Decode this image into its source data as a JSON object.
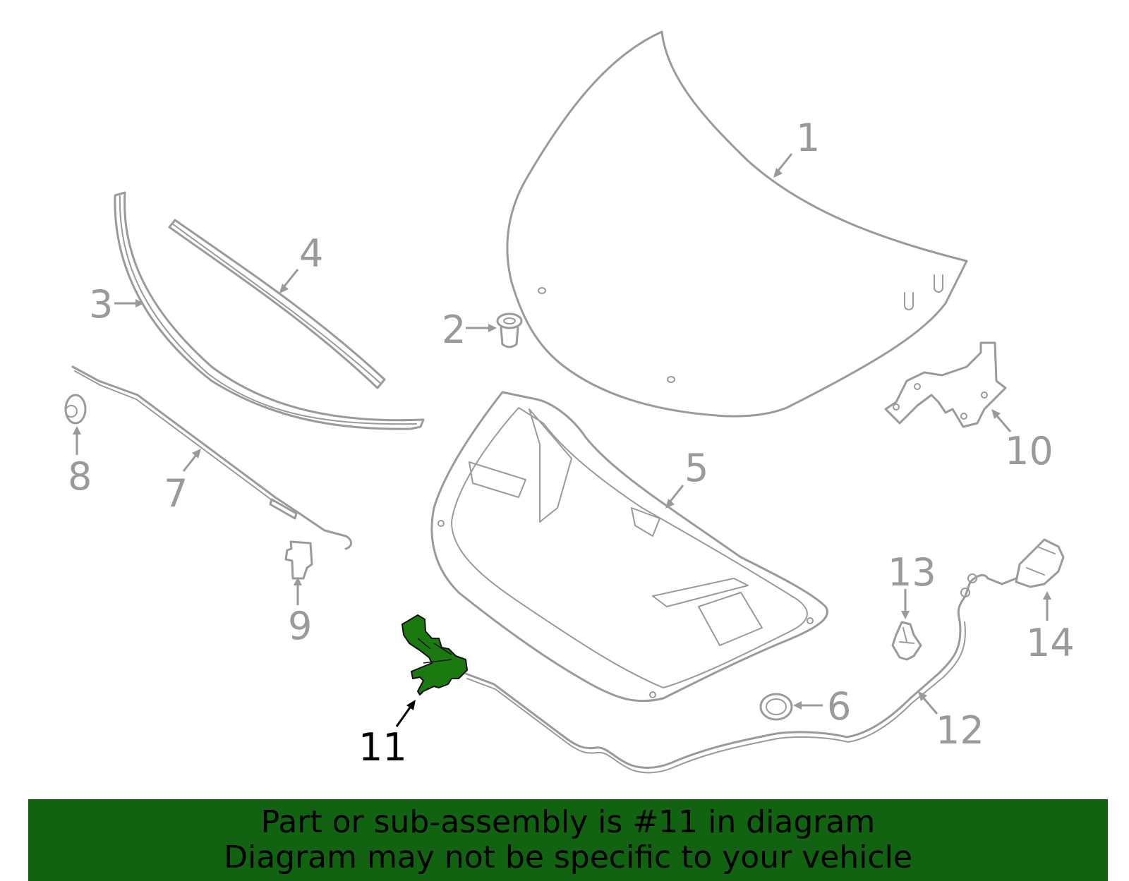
{
  "colors": {
    "part_stroke": "#9a9a9a",
    "highlight_fill": "#1a7a10",
    "highlight_label": "#000000",
    "banner_bg": "#116211",
    "banner_text": "#000000"
  },
  "callouts": [
    {
      "id": "1",
      "label": "1"
    },
    {
      "id": "2",
      "label": "2"
    },
    {
      "id": "3",
      "label": "3"
    },
    {
      "id": "4",
      "label": "4"
    },
    {
      "id": "5",
      "label": "5"
    },
    {
      "id": "6",
      "label": "6"
    },
    {
      "id": "7",
      "label": "7"
    },
    {
      "id": "8",
      "label": "8"
    },
    {
      "id": "9",
      "label": "9"
    },
    {
      "id": "10",
      "label": "10"
    },
    {
      "id": "11",
      "label": "11",
      "highlighted": true
    },
    {
      "id": "12",
      "label": "12"
    },
    {
      "id": "13",
      "label": "13"
    },
    {
      "id": "14",
      "label": "14"
    }
  ],
  "banner": {
    "line1": "Part or sub-assembly is #11 in diagram",
    "line2": "Diagram may not be specific to your vehicle"
  }
}
